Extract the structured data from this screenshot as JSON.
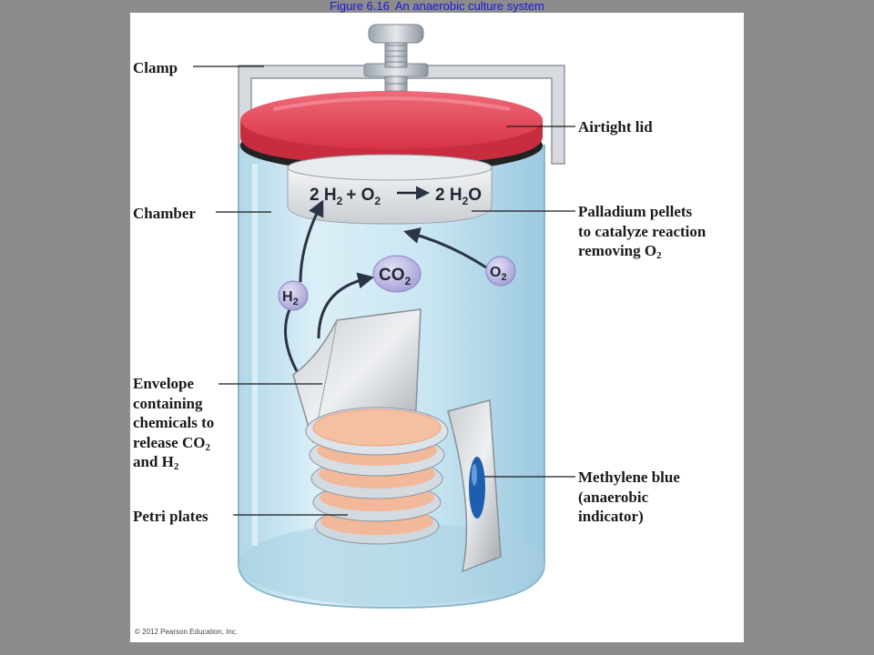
{
  "caption": {
    "figure_number": "Figure 6.16",
    "title": "An anaerobic culture system"
  },
  "labels": {
    "clamp": "Clamp",
    "airtight_lid": "Airtight lid",
    "chamber": "Chamber",
    "palladium_line1": "Palladium pellets",
    "palladium_line2": "to catalyze reaction",
    "palladium_line3": "removing O",
    "palladium_sub": "2",
    "envelope_line1": "Envelope",
    "envelope_line2": "containing",
    "envelope_line3": "chemicals to",
    "envelope_line4": "release CO",
    "envelope_line4_sub": "2",
    "envelope_line5": "and H",
    "envelope_line5_sub": "2",
    "methylene_line1": "Methylene blue",
    "methylene_line2": "(anaerobic",
    "methylene_line3": "indicator)",
    "petri_plates": "Petri plates"
  },
  "equation": {
    "left": "2 H",
    "left_sub": "2",
    "plus": "+ O",
    "plus_sub": "2",
    "right": "2 H",
    "right_sub": "2",
    "right_tail": "O"
  },
  "molecules": {
    "h2": "H",
    "h2_sub": "2",
    "co2": "CO",
    "co2_sub": "2",
    "o2": "O",
    "o2_sub": "2"
  },
  "copyright": "© 2012 Pearson Education, Inc.",
  "colors": {
    "lid_red": "#e8485a",
    "jar_blue": "#bfe0ee",
    "molecule_purple": "#b7b2e0",
    "petri_orange": "#f2b89a",
    "indicator_blue": "#1d5fae",
    "caption_blue": "#1a1ad4"
  }
}
